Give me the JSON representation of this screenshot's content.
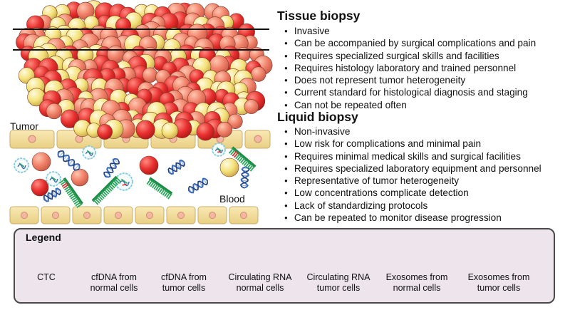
{
  "tissue_biopsy": {
    "heading": "Tissue biopsy",
    "points": [
      "Invasive",
      "Can be accompanied by surgical complications and pain",
      "Requires specialized surgical skills and facilities",
      "Requires histology laboratory and trained personnel",
      "Does not represent tumor heterogeneity",
      "Current standard for histological diagnosis and staging",
      "Can not be repeated often"
    ]
  },
  "liquid_biopsy": {
    "heading": "Liquid biopsy",
    "points": [
      "Non-invasive",
      "Low risk for complications and minimal pain",
      "Requires minimal medical skills and surgical facilities",
      "Requires specialized laboratory equipment and personnel",
      "Representative of tumor heterogeneity",
      "Low concentrations complicate detection",
      "Lack of standardizing protocols",
      "Can be repeated to monitor disease progression"
    ]
  },
  "illustration": {
    "tumor_label": "Tumor",
    "blood_label": "Blood"
  },
  "legend": {
    "title": "Legend",
    "items": [
      {
        "key": "ctc",
        "label": "CTC"
      },
      {
        "key": "cfdna-normal",
        "label": "cfDNA from\nnormal cells"
      },
      {
        "key": "cfdna-tumor",
        "label": "cfDNA from\ntumor cells"
      },
      {
        "key": "rna-normal",
        "label": "Circulating RNA\nnormal cells"
      },
      {
        "key": "rna-tumor",
        "label": "Circulating RNA\ntumor cells"
      },
      {
        "key": "exo-normal",
        "label": "Exosomes from\nnormal cells"
      },
      {
        "key": "exo-tumor",
        "label": "Exosomes from\ntumor cells"
      }
    ]
  },
  "colors": {
    "cell_red": "#e8302f",
    "cell_salmon": "#f08068",
    "cell_yellow": "#f4e27a",
    "endothelium": "#f3dc9a",
    "rna_green": "#2aa65a",
    "rna_red_band": "#e03030",
    "dna_blue": "#3b6ab8",
    "exosome_ring": "#7cc8d8",
    "legend_bg": "#ede4ec"
  }
}
